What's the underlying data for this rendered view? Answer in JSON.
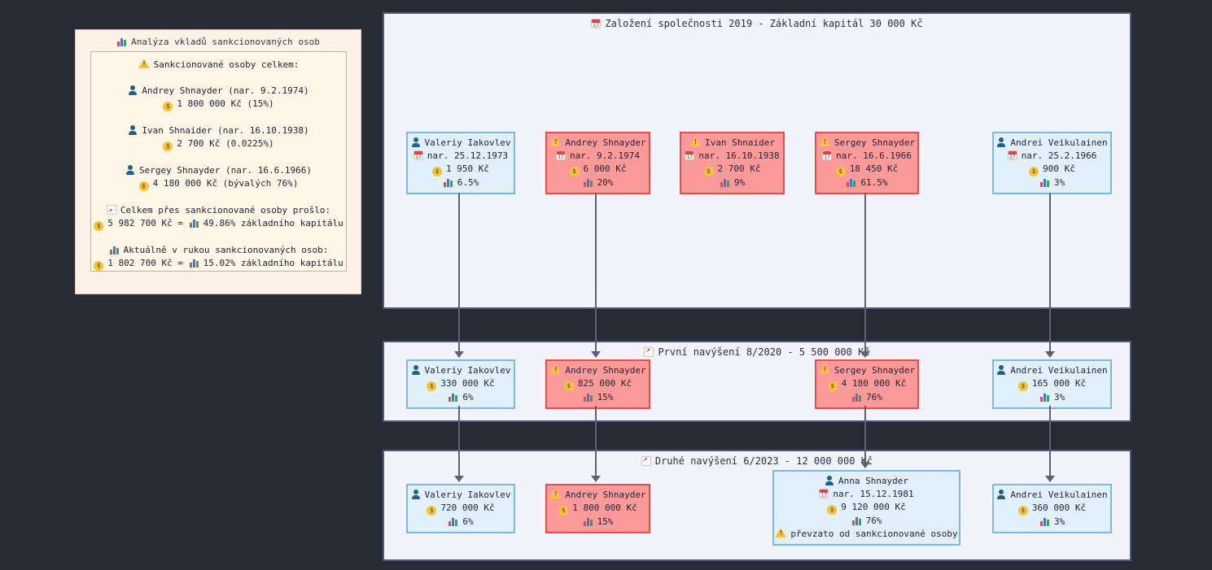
{
  "colors": {
    "page_bg": "#272b35",
    "section_bg": "#f3f3fc",
    "section_border": "#53567e",
    "safe_card_bg": "#e2f0fc",
    "safe_card_border": "#7ab8e8",
    "sanctioned_card_bg": "#fc9a9a",
    "sanctioned_card_border": "#e04f4f",
    "panel_bg": "#fdf1e8",
    "panel_inner_border": "#f3aa54",
    "arrow": "#5c6273"
  },
  "analysis": {
    "title": "Analýza vkladů sankcionovaných osob",
    "title_icon": "bar-chart-icon",
    "header": "Sankcionované osoby celkem:",
    "persons": [
      {
        "name": "Andrey Shnayder (nar. 9.2.1974)",
        "amount": "1 800 000 Kč (15%)"
      },
      {
        "name": "Ivan Shnaider (nar. 16.10.1938)",
        "amount": "2 700 Kč (0.0225%)"
      },
      {
        "name": "Sergey Shnayder (nar. 16.6.1966)",
        "amount": "4 180 000 Kč (bývalých 76%)"
      }
    ],
    "total_through": {
      "label": "Celkem přes sankcionované osoby prošlo:",
      "amount": "5 982 700 Kč =",
      "percent": "49.86% základního kapitálu"
    },
    "currently_held": {
      "label": "Aktuálně v rukou sankcionovaných osob:",
      "amount": "1 802 700 Kč =",
      "percent": "15.02% základního kapitálu"
    }
  },
  "sections": [
    {
      "title": "Založení společnosti 2019 - Základní kapitál 30 000 Kč",
      "title_icon": "calendar-icon",
      "cards": [
        {
          "status": "safe",
          "name": "Valeriy Iakovlev",
          "birth": "nar. 25.12.1973",
          "amount": "1 950 Kč",
          "percent": "6.5%"
        },
        {
          "status": "sanctioned",
          "name": "Andrey Shnayder",
          "birth": "nar. 9.2.1974",
          "amount": "6 000 Kč",
          "percent": "20%"
        },
        {
          "status": "sanctioned",
          "name": "Ivan Shnaider",
          "birth": "nar. 16.10.1938",
          "amount": "2 700 Kč",
          "percent": "9%"
        },
        {
          "status": "sanctioned",
          "name": "Sergey Shnayder",
          "birth": "nar. 16.6.1966",
          "amount": "18 450 Kč",
          "percent": "61.5%"
        },
        {
          "status": "safe",
          "name": "Andrei Veikulainen",
          "birth": "nar. 25.2.1966",
          "amount": "900 Kč",
          "percent": "3%"
        }
      ]
    },
    {
      "title": "První navýšení 8/2020 - 5 500 000 Kč",
      "title_icon": "trend-chart-icon",
      "cards": [
        {
          "status": "safe",
          "name": "Valeriy Iakovlev",
          "amount": "330 000 Kč",
          "percent": "6%"
        },
        {
          "status": "sanctioned",
          "name": "Andrey Shnayder",
          "amount": "825 000 Kč",
          "percent": "15%"
        },
        {
          "status": "sanctioned",
          "name": "Sergey Shnayder",
          "amount": "4 180 000 Kč",
          "percent": "76%"
        },
        {
          "status": "safe",
          "name": "Andrei Veikulainen",
          "amount": "165 000 Kč",
          "percent": "3%"
        }
      ]
    },
    {
      "title": "Druhé navýšení 6/2023 - 12 000 000 Kč",
      "title_icon": "trend-chart-icon",
      "cards": [
        {
          "status": "safe",
          "name": "Valeriy Iakovlev",
          "amount": "720 000 Kč",
          "percent": "6%"
        },
        {
          "status": "sanctioned",
          "name": "Andrey Shnayder",
          "amount": "1 800 000 Kč",
          "percent": "15%"
        },
        {
          "status": "safe",
          "name": "Anna Shnayder",
          "birth": "nar. 15.12.1981",
          "amount": "9 120 000 Kč",
          "percent": "76%",
          "note": "převzato od sankcionované osoby"
        },
        {
          "status": "safe",
          "name": "Andrei Veikulainen",
          "amount": "360 000 Kč",
          "percent": "3%"
        }
      ]
    }
  ]
}
